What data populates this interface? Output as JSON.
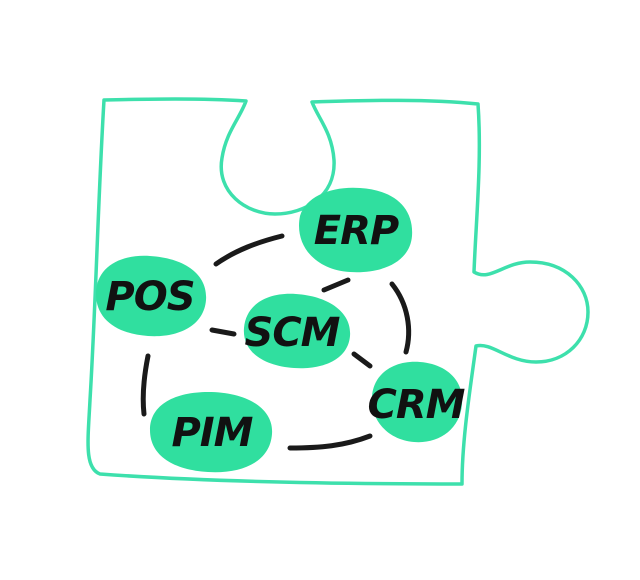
{
  "diagram": {
    "colors": {
      "outline": "#3de0ac",
      "node_fill": "#30df9f",
      "connector": "#1a1a1a",
      "label": "#111111",
      "background": "#ffffff"
    },
    "nodes": [
      {
        "id": "erp",
        "label": "ERP"
      },
      {
        "id": "pos",
        "label": "POS"
      },
      {
        "id": "scm",
        "label": "SCM"
      },
      {
        "id": "crm",
        "label": "CRM"
      },
      {
        "id": "pim",
        "label": "PIM"
      }
    ],
    "connections": [
      {
        "from": "pos",
        "to": "erp"
      },
      {
        "from": "erp",
        "to": "crm"
      },
      {
        "from": "scm",
        "to": "erp"
      },
      {
        "from": "pos",
        "to": "scm"
      },
      {
        "from": "scm",
        "to": "crm"
      },
      {
        "from": "pos",
        "to": "pim"
      },
      {
        "from": "pim",
        "to": "crm"
      }
    ]
  }
}
